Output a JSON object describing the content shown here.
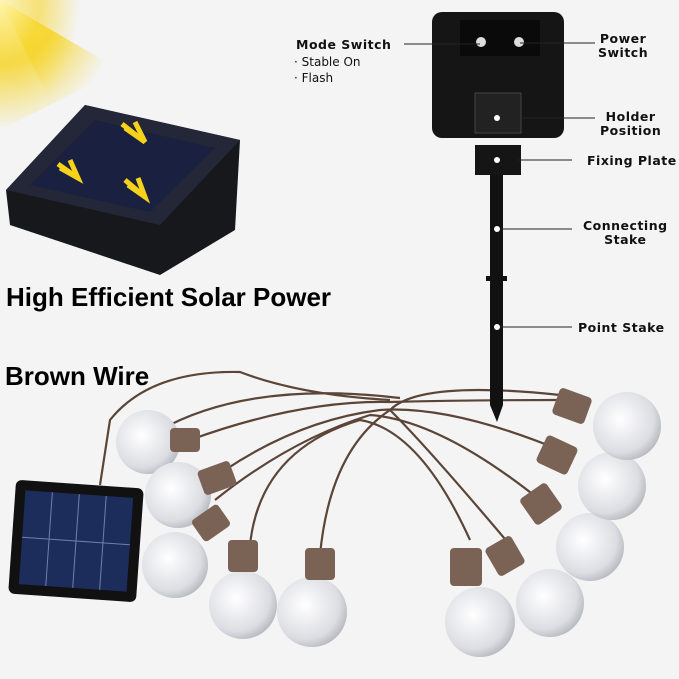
{
  "headline": "High Efficient Solar Power",
  "wire_label": "Brown Wire",
  "callouts": {
    "mode_switch": {
      "title": "Mode Switch",
      "options": [
        "Stable On",
        "Flash"
      ]
    },
    "power_switch": [
      "Power",
      "Switch"
    ],
    "holder_position": [
      "Holder",
      "Position"
    ],
    "fixing_plate": "Fixing Plate",
    "connecting_stake": [
      "Connecting",
      "Stake"
    ],
    "point_stake": "Point Stake"
  },
  "colors": {
    "background": "#f4f4f4",
    "wire": "#5b4538",
    "socket": "#7a6255",
    "sun": "#f6d21a",
    "panel": "#1b1d2a"
  }
}
